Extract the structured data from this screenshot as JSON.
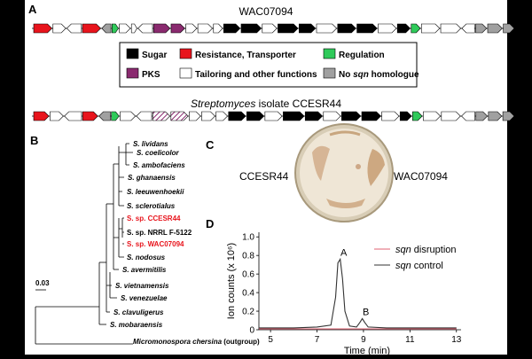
{
  "panel_labels": {
    "a": "A",
    "b": "B",
    "c": "C",
    "d": "D"
  },
  "cluster_top": {
    "title": "WAC07094",
    "genes": [
      {
        "w": 20,
        "c": "red",
        "d": "R"
      },
      {
        "w": 14,
        "c": "white",
        "d": "R"
      },
      {
        "w": 16,
        "c": "white",
        "d": "L"
      },
      {
        "w": 20,
        "c": "red",
        "d": "R"
      },
      {
        "w": 10,
        "c": "gray",
        "d": "L"
      },
      {
        "w": 7,
        "c": "green",
        "d": "R"
      },
      {
        "w": 12,
        "c": "white",
        "d": "R"
      },
      {
        "w": 6,
        "c": "white",
        "d": "R"
      },
      {
        "w": 16,
        "c": "white",
        "d": "L"
      },
      {
        "w": 18,
        "c": "purple",
        "d": "R"
      },
      {
        "w": 15,
        "c": "purple",
        "d": "R"
      },
      {
        "w": 12,
        "c": "white",
        "d": "R"
      },
      {
        "w": 16,
        "c": "white",
        "d": "R"
      },
      {
        "w": 10,
        "c": "white",
        "d": "R"
      },
      {
        "w": 18,
        "c": "black",
        "d": "R"
      },
      {
        "w": 22,
        "c": "black",
        "d": "R"
      },
      {
        "w": 16,
        "c": "white",
        "d": "R"
      },
      {
        "w": 22,
        "c": "black",
        "d": "R"
      },
      {
        "w": 18,
        "c": "black",
        "d": "R"
      },
      {
        "w": 22,
        "c": "white",
        "d": "R"
      },
      {
        "w": 20,
        "c": "black",
        "d": "R"
      },
      {
        "w": 22,
        "c": "black",
        "d": "R"
      },
      {
        "w": 20,
        "c": "white",
        "d": "R"
      },
      {
        "w": 14,
        "c": "black",
        "d": "R"
      },
      {
        "w": 10,
        "c": "green",
        "d": "R"
      },
      {
        "w": 20,
        "c": "white",
        "d": "R"
      },
      {
        "w": 22,
        "c": "white",
        "d": "R"
      },
      {
        "w": 14,
        "c": "white",
        "d": "L"
      },
      {
        "w": 12,
        "c": "gray",
        "d": "R"
      },
      {
        "w": 16,
        "c": "gray",
        "d": "R"
      },
      {
        "w": 12,
        "c": "gray",
        "d": "R"
      }
    ]
  },
  "cluster_bottom": {
    "title_italic": "Streptomyces",
    "title_rest": " isolate CCESR44",
    "genes": [
      {
        "w": 16,
        "c": "red",
        "d": "R"
      },
      {
        "w": 14,
        "c": "white",
        "d": "R"
      },
      {
        "w": 18,
        "c": "white",
        "d": "L"
      },
      {
        "w": 16,
        "c": "red",
        "d": "R"
      },
      {
        "w": 12,
        "c": "gray",
        "d": "L"
      },
      {
        "w": 8,
        "c": "green",
        "d": "R"
      },
      {
        "w": 16,
        "c": "white",
        "d": "R"
      },
      {
        "w": 16,
        "c": "white",
        "d": "L"
      },
      {
        "w": 18,
        "c": "hatched",
        "d": "R"
      },
      {
        "w": 18,
        "c": "hatched",
        "d": "R"
      },
      {
        "w": 12,
        "c": "white",
        "d": "R"
      },
      {
        "w": 14,
        "c": "white",
        "d": "R"
      },
      {
        "w": 12,
        "c": "white",
        "d": "R"
      },
      {
        "w": 18,
        "c": "black",
        "d": "R"
      },
      {
        "w": 18,
        "c": "black",
        "d": "R"
      },
      {
        "w": 18,
        "c": "white",
        "d": "R"
      },
      {
        "w": 22,
        "c": "black",
        "d": "R"
      },
      {
        "w": 18,
        "c": "black",
        "d": "R"
      },
      {
        "w": 18,
        "c": "white",
        "d": "R"
      },
      {
        "w": 20,
        "c": "black",
        "d": "R"
      },
      {
        "w": 20,
        "c": "black",
        "d": "R"
      },
      {
        "w": 18,
        "c": "white",
        "d": "R"
      },
      {
        "w": 12,
        "c": "black",
        "d": "R"
      },
      {
        "w": 10,
        "c": "green",
        "d": "R"
      },
      {
        "w": 18,
        "c": "white",
        "d": "R"
      },
      {
        "w": 20,
        "c": "white",
        "d": "R"
      },
      {
        "w": 14,
        "c": "white",
        "d": "L"
      },
      {
        "w": 12,
        "c": "gray",
        "d": "R"
      },
      {
        "w": 14,
        "c": "gray",
        "d": "R"
      },
      {
        "w": 12,
        "c": "gray",
        "d": "R"
      }
    ]
  },
  "legend": {
    "items": [
      {
        "label": "Sugar",
        "color": "#000000"
      },
      {
        "label": "Resistance, Transporter",
        "color": "#e8141c"
      },
      {
        "label": "Regulation",
        "color": "#2fca5a"
      },
      {
        "label": "PKS",
        "color": "#8a2a6f"
      },
      {
        "label": "Tailoring and other functions",
        "color": "#ffffff"
      }
    ],
    "last_pre": "No ",
    "last_italic": "sqn",
    "last_post": " homologue",
    "last_color": "#a0a0a0"
  },
  "colors": {
    "red": "#e8141c",
    "black": "#000000",
    "green": "#2fca5a",
    "purple": "#8a2a6f",
    "gray": "#a0a0a0",
    "white": "#ffffff",
    "hatched_fill": "#8a2a6f",
    "highlight": "#e8141c"
  },
  "tree": {
    "scale_label": "0.03",
    "taxa": [
      {
        "name": "S. lividans",
        "style": "italic"
      },
      {
        "name": "S. coelicolor",
        "style": "italic"
      },
      {
        "name": "S. ambofaciens",
        "style": "italic"
      },
      {
        "name": "S. ghanaensis",
        "style": "italic"
      },
      {
        "name": "S. leeuwenhoekii",
        "style": "italic"
      },
      {
        "name": "S. sclerotialus",
        "style": "italic"
      },
      {
        "name": "S. sp. CCESR44",
        "style": "red"
      },
      {
        "name": "S. sp. NRRL F-5122",
        "style": "normal"
      },
      {
        "name": "S. sp. WAC07094",
        "style": "red"
      },
      {
        "name": "S. nodosus",
        "style": "italic"
      },
      {
        "name": "S. avermitilis",
        "style": "italic"
      },
      {
        "name": "S. vietnamensis",
        "style": "italic"
      },
      {
        "name": "S. venezuelae",
        "style": "italic"
      },
      {
        "name": "S. clavuligerus",
        "style": "italic"
      },
      {
        "name": "S. mobaraensis",
        "style": "italic"
      }
    ],
    "outgroup_italic": "Micromonospora chersina",
    "outgroup_rest": " (outgroup)"
  },
  "plate": {
    "left_label": "CCESR44",
    "right_label": "WAC07094"
  },
  "chart_data": {
    "type": "line",
    "x": [
      4.5,
      5,
      6,
      7,
      7.6,
      7.8,
      7.9,
      8.0,
      8.1,
      8.2,
      8.4,
      8.7,
      8.85,
      8.95,
      9.05,
      9.2,
      10,
      11,
      12,
      13
    ],
    "series": [
      {
        "name": "sqn disruption",
        "color": "#e06070",
        "values": [
          0.01,
          0.01,
          0.01,
          0.01,
          0.01,
          0.01,
          0.01,
          0.01,
          0.01,
          0.01,
          0.01,
          0.01,
          0.01,
          0.01,
          0.01,
          0.01,
          0.01,
          0.01,
          0.01,
          0.01
        ]
      },
      {
        "name": "sqn control",
        "color": "#333333",
        "values": [
          0.02,
          0.02,
          0.02,
          0.03,
          0.05,
          0.35,
          0.72,
          0.76,
          0.55,
          0.2,
          0.04,
          0.03,
          0.08,
          0.12,
          0.08,
          0.03,
          0.02,
          0.02,
          0.02,
          0.02
        ]
      }
    ],
    "legend_names": [
      {
        "italic": "sqn",
        "rest": " disruption"
      },
      {
        "italic": "sqn",
        "rest": " control"
      }
    ],
    "peak_labels": [
      {
        "text": "A",
        "x": 8.0,
        "y": 0.76
      },
      {
        "text": "B",
        "x": 8.95,
        "y": 0.12
      }
    ],
    "xticks": [
      5,
      7,
      9,
      11,
      13
    ],
    "yticks": [
      0,
      0.2,
      0.4,
      0.6,
      0.8,
      1.0
    ],
    "ytick_labels": [
      "0",
      "0.2",
      "0.4",
      "0.6",
      "0.8",
      "1.0"
    ],
    "xlim": [
      4.5,
      13.2
    ],
    "ylim": [
      0,
      1.05
    ],
    "xlabel": "Time (min)",
    "ylabel": "Ion counts (x 10⁶)"
  }
}
